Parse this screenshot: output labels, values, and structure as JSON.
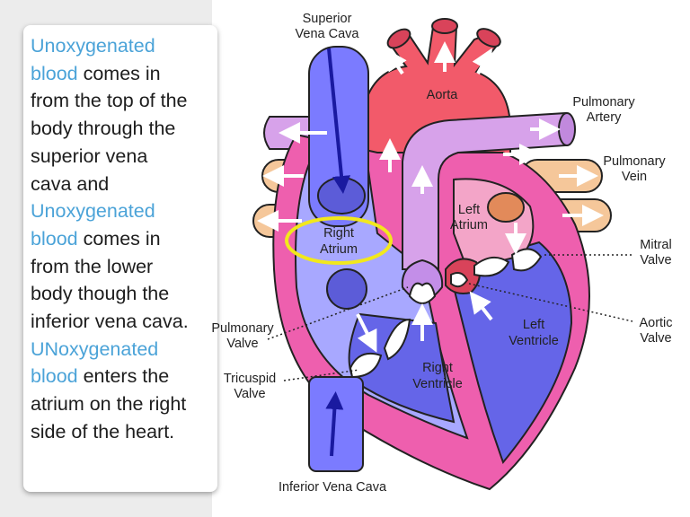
{
  "slide_text": {
    "l1": "Unoxygenated",
    "l2a": "blood",
    "l2b": " comes in",
    "l3": "from the top of the",
    "l4": "body through the",
    "l5": "superior vena",
    "l6": "cava and",
    "l7": "Unoxygenated",
    "l8a": "blood",
    "l8b": " comes in",
    "l9": "from the lower",
    "l10": "body though the",
    "l11": "inferior vena cava.",
    "l12": "UNoxygenated",
    "l13a": "blood",
    "l13b": " enters the",
    "l14": "atrium on the right",
    "l15": "side of the heart."
  },
  "labels": {
    "superior_vena_cava_1": "Superior",
    "superior_vena_cava_2": "Vena Cava",
    "aorta": "Aorta",
    "pulmonary_artery_1": "Pulmonary",
    "pulmonary_artery_2": "Artery",
    "pulmonary_vein_1": "Pulmonary",
    "pulmonary_vein_2": "Vein",
    "left_atrium_1": "Left",
    "left_atrium_2": "Atrium",
    "right_atrium_1": "Right",
    "right_atrium_2": "Atrium",
    "mitral_valve_1": "Mitral",
    "mitral_valve_2": "Valve",
    "pulmonary_valve_1": "Pulmonary",
    "pulmonary_valve_2": "Valve",
    "aortic_valve_1": "Aortic",
    "aortic_valve_2": "Valve",
    "left_ventricle_1": "Left",
    "left_ventricle_2": "Ventricle",
    "right_ventricle_1": "Right",
    "right_ventricle_2": "Ventricle",
    "tricuspid_valve_1": "Tricuspid",
    "tricuspid_valve_2": "Valve",
    "inferior_vena_cava": "Inferior Vena Cava"
  },
  "colors": {
    "text_highlight": "#4ba3d8",
    "vena_cava": "#7b7bff",
    "right_side": "#a8a8ff",
    "aorta": "#f25a6a",
    "pulmonary_artery": "#d7a2ea",
    "pulmonary_vein": "#f5c79a",
    "left_atrium": "#f3a5c8",
    "heart_wall": "#ee5fae",
    "highlight_ring": "#f2e81c",
    "flow_arrow": "#1a1aa0"
  }
}
